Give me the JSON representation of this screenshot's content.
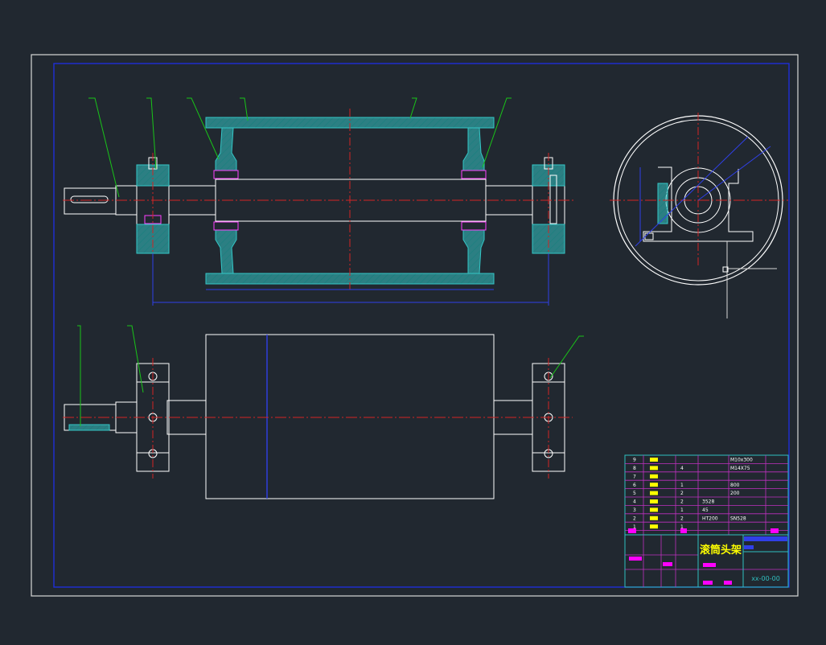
{
  "colors": {
    "background": "#212830",
    "frame": "#d8d8d8",
    "border": "#1f2fd8",
    "outline": "#ffffff",
    "section": "#35c7c7",
    "centerline": "#d22525",
    "leader": "#19c419",
    "dimension": "#3040e8",
    "table_line": "#30c0c0",
    "table_grid": "#c030c0",
    "yellow": "#ffff00",
    "magenta": "#ff00ff"
  },
  "title_block": {
    "title": "滚筒头架",
    "drawing_number": "xx-00-00"
  },
  "parts_list": [
    {
      "no": "9",
      "material": "",
      "spec": "M10x300"
    },
    {
      "no": "8",
      "qty": "4",
      "material": "",
      "spec": "M14X75"
    },
    {
      "no": "7",
      "material": "",
      "spec": ""
    },
    {
      "no": "6",
      "qty": "1",
      "material": "",
      "spec": "800"
    },
    {
      "no": "5",
      "qty": "2",
      "material": "",
      "spec": "200"
    },
    {
      "no": "4",
      "qty": "2",
      "material": "3528",
      "spec": ""
    },
    {
      "no": "3",
      "qty": "1",
      "material": "45",
      "spec": ""
    },
    {
      "no": "2",
      "qty": "2",
      "material": "HT200",
      "spec": "SN528"
    },
    {
      "no": "1",
      "qty": "1",
      "material": "",
      "spec": ""
    }
  ]
}
